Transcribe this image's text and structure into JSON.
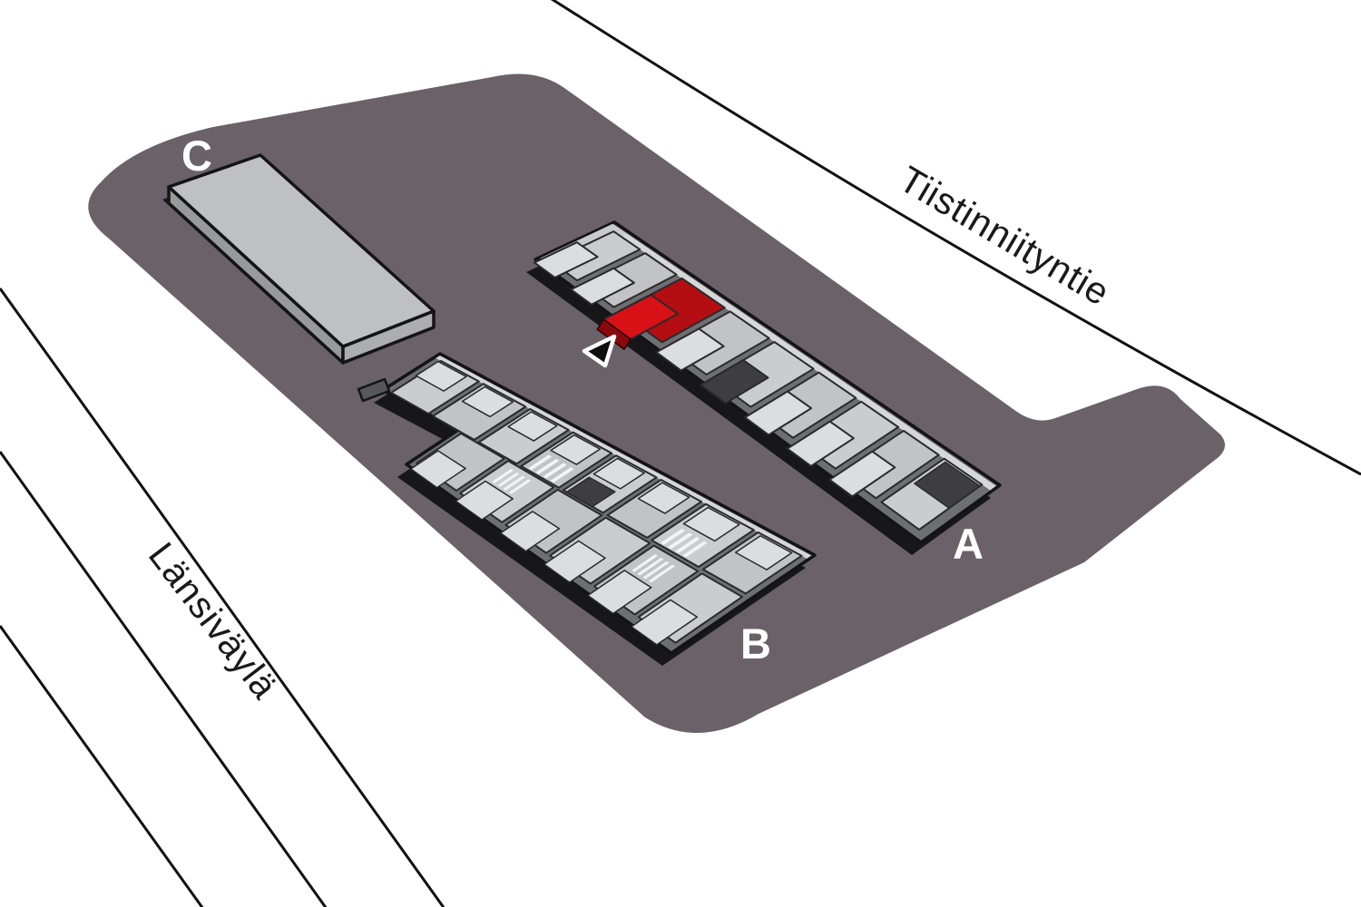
{
  "streets": [
    {
      "name": "Tiistinniityntie"
    },
    {
      "name": "Länsiväylä"
    }
  ],
  "buildings": [
    {
      "label": "A"
    },
    {
      "label": "B"
    },
    {
      "label": "C"
    }
  ],
  "selected_unit": {
    "building": "A",
    "status": "highlighted"
  },
  "colors": {
    "plot": "#6B6168",
    "highlight": "#B40D12",
    "highlight_bright": "#D81116",
    "highlight_dark": "#8A090E",
    "wall": "#6E6F72",
    "floor": "#CBCCCE",
    "floor_alt": "#C2C3C5",
    "terrace": "#DCDDDF",
    "dark_patch": "#3E3E40",
    "outline": "#141416",
    "shadow": "#17171A",
    "road_line": "#111111",
    "label_text": "#FFFFFF",
    "street_text": "#1A1A1A"
  }
}
